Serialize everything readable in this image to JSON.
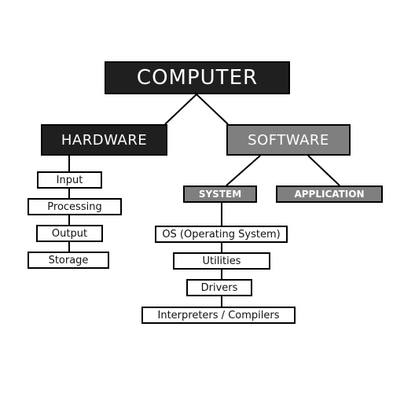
{
  "root": {
    "label": "COMPUTER"
  },
  "branches": {
    "hardware": {
      "label": "HARDWARE",
      "items": [
        "Input",
        "Processing",
        "Output",
        "Storage"
      ]
    },
    "software": {
      "label": "SOFTWARE",
      "children": {
        "system": {
          "label": "SYSTEM",
          "items": [
            "OS (Operating System)",
            "Utilities",
            "Drivers",
            "Interpreters / Compilers"
          ]
        },
        "application": {
          "label": "APPLICATION"
        }
      }
    }
  },
  "colors": {
    "dark_box": "#1f1f1f",
    "grey_box": "#7f7f7f",
    "leaf_box": "#ffffff",
    "lines": "#000000"
  }
}
